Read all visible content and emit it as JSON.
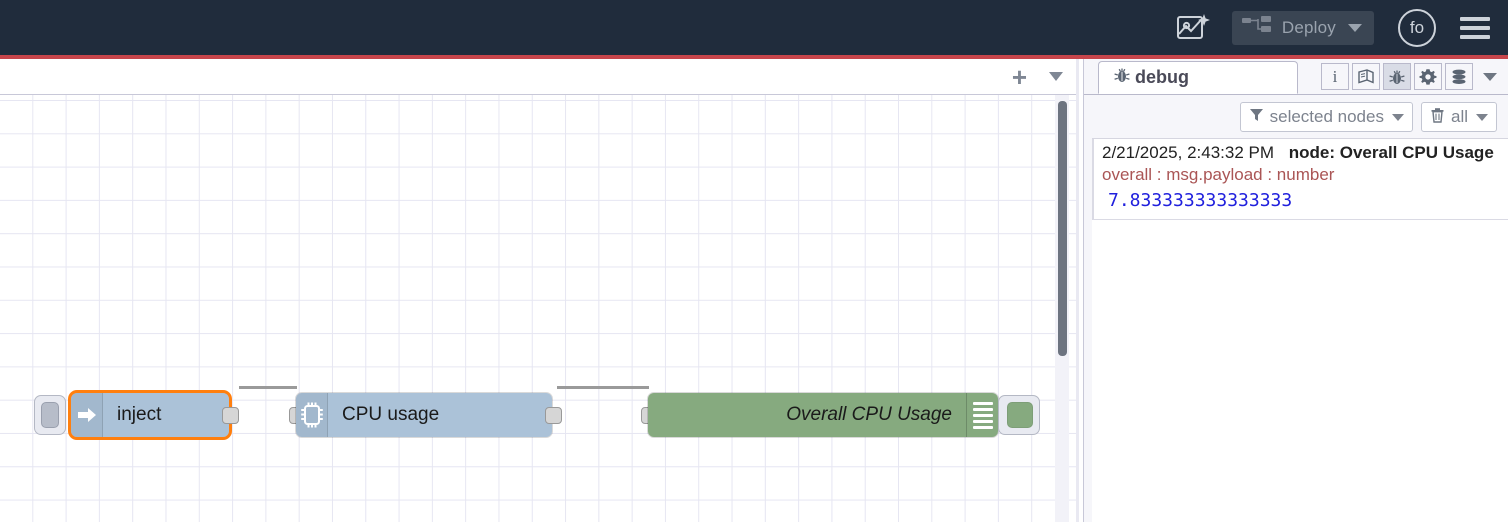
{
  "header": {
    "ai_icon": "flow-sparkle-icon",
    "deploy_label": "Deploy",
    "deploy_icon": "deploy-node-icon",
    "avatar_initials": "fo",
    "menu_icon": "hamburger-menu-icon",
    "accent_color": "#c7454b",
    "background_color": "#202c3c"
  },
  "workspace": {
    "add_tab_label": "+",
    "tab_menu_icon": "chevron-down-icon",
    "nodes": [
      {
        "id": "inject",
        "label": "inject",
        "type": "inject",
        "icon": "arrow-right-icon",
        "color": "#abc2d8",
        "selected": true,
        "has_trigger_button": true
      },
      {
        "id": "cpu-usage",
        "label": "CPU usage",
        "type": "cpu",
        "icon": "microchip-icon",
        "color": "#abc2d8",
        "selected": false
      },
      {
        "id": "overall-cpu-usage",
        "label": "Overall CPU Usage",
        "type": "debug",
        "icon": "debug-lines-icon",
        "color": "#86aa7f",
        "selected": false,
        "has_toggle_button": true
      }
    ]
  },
  "sidebar": {
    "tab_label": "debug",
    "tab_icon": "bug-icon",
    "icon_buttons": [
      {
        "name": "info-icon",
        "glyph": "i",
        "active": false
      },
      {
        "name": "help-book-icon",
        "glyph": "book",
        "active": false
      },
      {
        "name": "debug-bug-icon",
        "glyph": "bug",
        "active": true
      },
      {
        "name": "config-gear-icon",
        "glyph": "gear",
        "active": false
      },
      {
        "name": "context-data-icon",
        "glyph": "stack",
        "active": false
      }
    ],
    "more_icon": "chevron-down-icon",
    "filters": {
      "node_filter_icon": "funnel-icon",
      "node_filter_label": "selected nodes",
      "clear_icon": "trash-icon",
      "clear_label": "all"
    },
    "messages": [
      {
        "timestamp": "2/21/2025, 2:43:32 PM",
        "node_label": "node: Overall CPU Usage",
        "property": "overall : msg.payload : number",
        "value": "7.833333333333333",
        "value_type": "number"
      }
    ]
  }
}
